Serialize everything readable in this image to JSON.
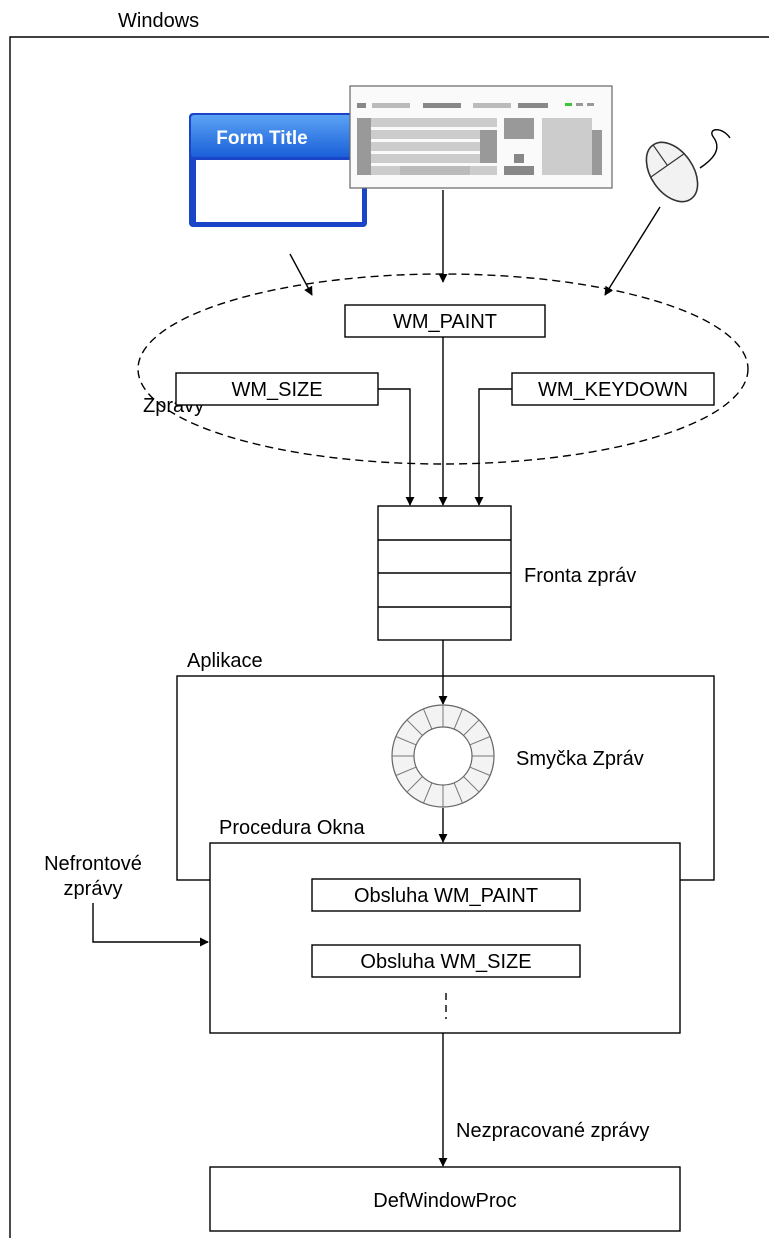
{
  "windows_label": "Windows",
  "form": {
    "title": "Form Title"
  },
  "queue_group_label": "Zprávy",
  "messages": {
    "paint": "WM_PAINT",
    "size": "WM_SIZE",
    "keydown": "WM_KEYDOWN"
  },
  "queue_label": "Fronta zpráv",
  "app_label": "Aplikace",
  "loop_label": "Smyčka Zpráv",
  "window_proc_label": "Procedura Okna",
  "nonqueued_label": [
    "Nefrontové",
    "zprávy"
  ],
  "handlers": {
    "paint": "Obsluha WM_PAINT",
    "size": "Obsluha WM_SIZE"
  },
  "unprocessed_label": "Nezpracované zprávy",
  "def_proc": "DefWindowProc",
  "colors": {
    "form_blue": "#1a45c8",
    "form_title_blue": "#2f7ae6",
    "led_green": "#39c639"
  }
}
